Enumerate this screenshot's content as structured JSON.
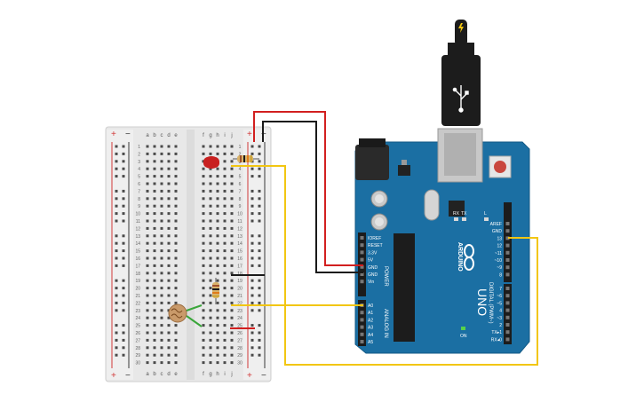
{
  "breadboard": {
    "column_letters_left": [
      "a",
      "b",
      "c",
      "d",
      "e"
    ],
    "column_letters_right": [
      "f",
      "g",
      "h",
      "i",
      "j"
    ],
    "row_numbers": [
      "1",
      "2",
      "3",
      "4",
      "5",
      "6",
      "7",
      "8",
      "9",
      "10",
      "11",
      "12",
      "13",
      "14",
      "15",
      "16",
      "17",
      "18",
      "19",
      "20",
      "21",
      "22",
      "23",
      "24",
      "25",
      "26",
      "27",
      "28",
      "29",
      "30"
    ],
    "rail_plus": "+",
    "rail_minus": "−"
  },
  "arduino": {
    "brand": "ARDUINO",
    "model": "UNO",
    "power_label": "POWER",
    "analog_label": "ANALOG IN",
    "digital_label": "DIGITAL (PWM~)",
    "on_label": "ON",
    "l_label": "L",
    "tx_label": "TX",
    "rx_label": "RX",
    "power_pins": [
      "IOREF",
      "RESET",
      "3.3V",
      "5V",
      "GND",
      "GND",
      "Vin"
    ],
    "analog_pins": [
      "A0",
      "A1",
      "A2",
      "A3",
      "A4",
      "A5"
    ],
    "digital_top": [
      "AREF",
      "GND",
      "13",
      "12",
      "~11",
      "~10",
      "~9",
      "8"
    ],
    "digital_bottom": [
      "7",
      "~6",
      "~5",
      "4",
      "~3",
      "2",
      "TX▸1",
      "RX◂0"
    ]
  },
  "colors": {
    "board": "#1b6fa3",
    "breadboard": "#e9e9e9",
    "wire_red": "#d21f1f",
    "wire_black": "#1a1a1a",
    "wire_yellow": "#f2c612",
    "wire_green": "#3aa63a",
    "led": "#c82020"
  }
}
